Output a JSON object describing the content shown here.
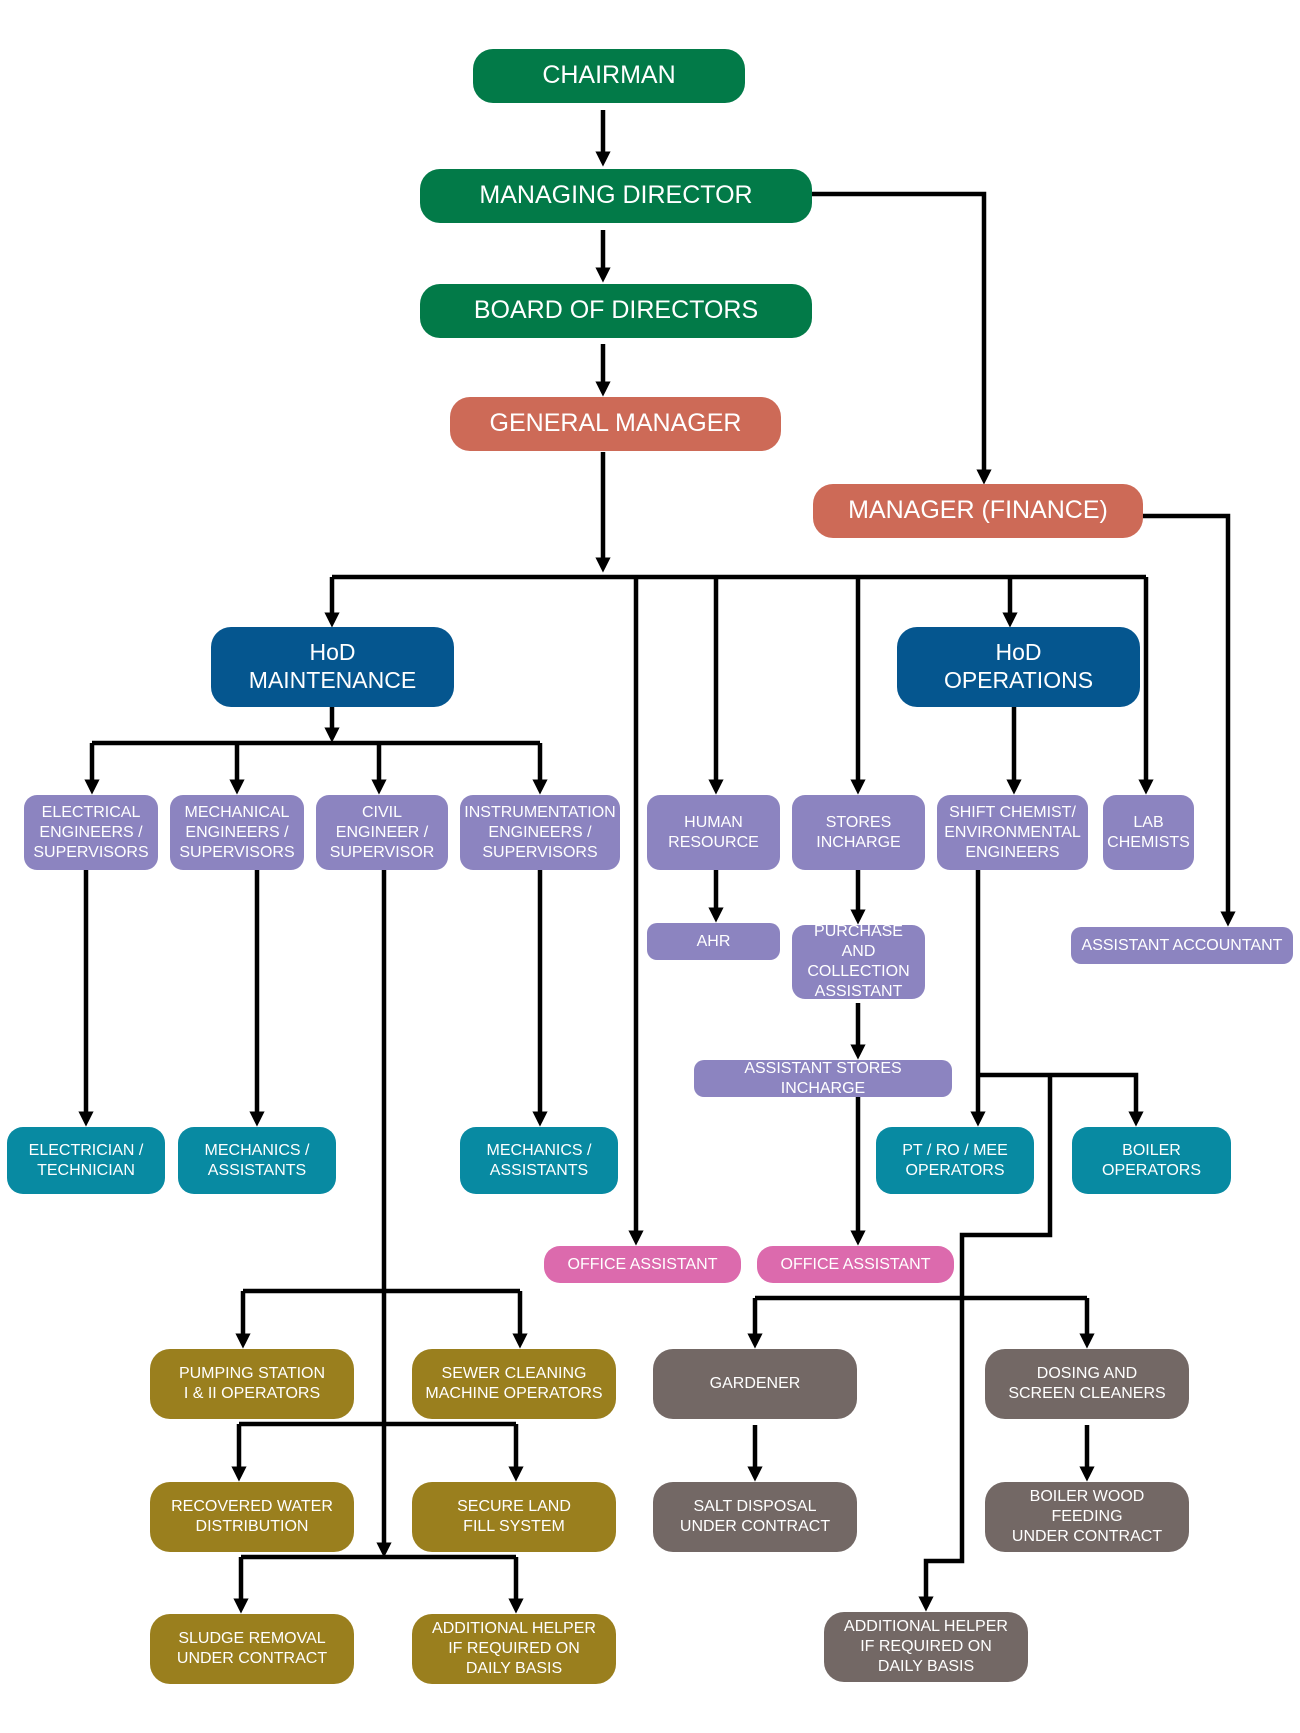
{
  "colors": {
    "green": "#027a48",
    "salmon": "#cd6a57",
    "navy": "#05568f",
    "lavender": "#8c84c0",
    "teal": "#088aa2",
    "pink": "#dc6aad",
    "olive": "#9a7f1e",
    "taupe": "#736865",
    "line": "#000000"
  },
  "nodes": {
    "chairman": "CHAIRMAN",
    "managing_director": "MANAGING DIRECTOR",
    "board_of_directors": "BOARD OF DIRECTORS",
    "general_manager": "GENERAL MANAGER",
    "manager_finance": "MANAGER (FINANCE)",
    "hod_maintenance": "HoD\nMAINTENANCE",
    "hod_operations": "HoD\nOPERATIONS",
    "electrical_engineers": "ELECTRICAL\nENGINEERS /\nSUPERVISORS",
    "mechanical_engineers": "MECHANICAL\nENGINEERS /\nSUPERVISORS",
    "civil_engineer": "CIVIL\nENGINEER /\nSUPERVISOR",
    "instrumentation_engineers": "INSTRUMENTATION\nENGINEERS /\nSUPERVISORS",
    "human_resource": "HUMAN\nRESOURCE",
    "stores_incharge": "STORES\nINCHARGE",
    "shift_chemist": "SHIFT CHEMIST/\nENVIRONMENTAL\nENGINEERS",
    "lab_chemists": "LAB\nCHEMISTS",
    "ahr": "AHR",
    "purchase_assistant": "PURCHASE AND\nCOLLECTION\nASSISTANT",
    "assistant_accountant": "ASSISTANT ACCOUNTANT",
    "assistant_stores_incharge": "ASSISTANT STORES INCHARGE",
    "electrician": "ELECTRICIAN /\nTECHNICIAN",
    "mechanics_assistants_1": "MECHANICS /\nASSISTANTS",
    "mechanics_assistants_2": "MECHANICS /\nASSISTANTS",
    "pt_ro_mee": "PT / RO / MEE\nOPERATORS",
    "boiler_operators": "BOILER\nOPERATORS",
    "office_assistant_1": "OFFICE ASSISTANT",
    "office_assistant_2": "OFFICE ASSISTANT",
    "pumping_station": "PUMPING STATION\nI & II OPERATORS",
    "sewer_cleaning": "SEWER CLEANING\nMACHINE OPERATORS",
    "recovered_water": "RECOVERED WATER\nDISTRIBUTION",
    "secure_land_fill": "SECURE LAND\nFILL SYSTEM",
    "sludge_removal": "SLUDGE REMOVAL\nUNDER CONTRACT",
    "additional_helper_1": "ADDITIONAL HELPER\nIF REQUIRED ON\nDAILY BASIS",
    "gardener": "GARDENER",
    "dosing_screen": "DOSING AND\nSCREEN CLEANERS",
    "salt_disposal": "SALT DISPOSAL\nUNDER CONTRACT",
    "boiler_wood": "BOILER WOOD\nFEEDING\nUNDER CONTRACT",
    "additional_helper_2": "ADDITIONAL HELPER\nIF REQUIRED ON\nDAILY BASIS"
  }
}
